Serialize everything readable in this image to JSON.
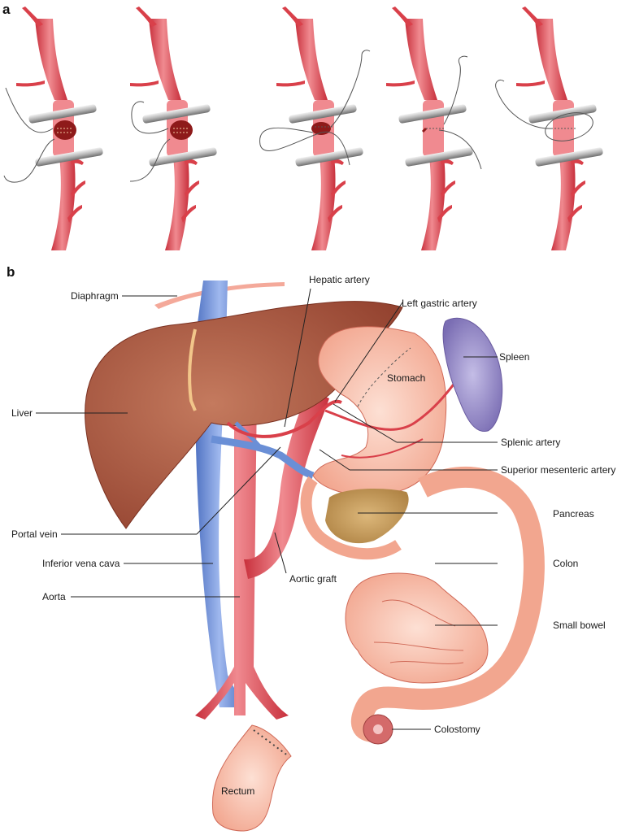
{
  "figure": {
    "panel_a": {
      "letter": "a",
      "steps": [
        {
          "name": "anastomosis-step-1"
        },
        {
          "name": "anastomosis-step-2"
        },
        {
          "name": "anastomosis-step-3"
        },
        {
          "name": "anastomosis-step-4"
        },
        {
          "name": "anastomosis-step-5"
        }
      ]
    },
    "panel_b": {
      "letter": "b",
      "labels": {
        "diaphragm": "Diaphragm",
        "hepatic_artery": "Hepatic artery",
        "left_gastric_artery": "Left gastric artery",
        "spleen": "Spleen",
        "stomach": "Stomach",
        "liver": "Liver",
        "splenic_artery": "Splenic artery",
        "superior_mesenteric_artery": "Superior mesenteric artery",
        "pancreas": "Pancreas",
        "portal_vein": "Portal vein",
        "inferior_vena_cava": "Inferior vena cava",
        "colon": "Colon",
        "aortic_graft": "Aortic graft",
        "aorta": "Aorta",
        "small_bowel": "Small bowel",
        "colostomy": "Colostomy",
        "rectum": "Rectum"
      }
    },
    "colors": {
      "artery": "#d9404a",
      "vein": "#6a8fd6",
      "liver": "#a9553d",
      "spleen": "#8a7fc0",
      "bowel": "#f6b6a2",
      "pancreas": "#c9a060",
      "clamp": "#a9a9a9"
    }
  }
}
